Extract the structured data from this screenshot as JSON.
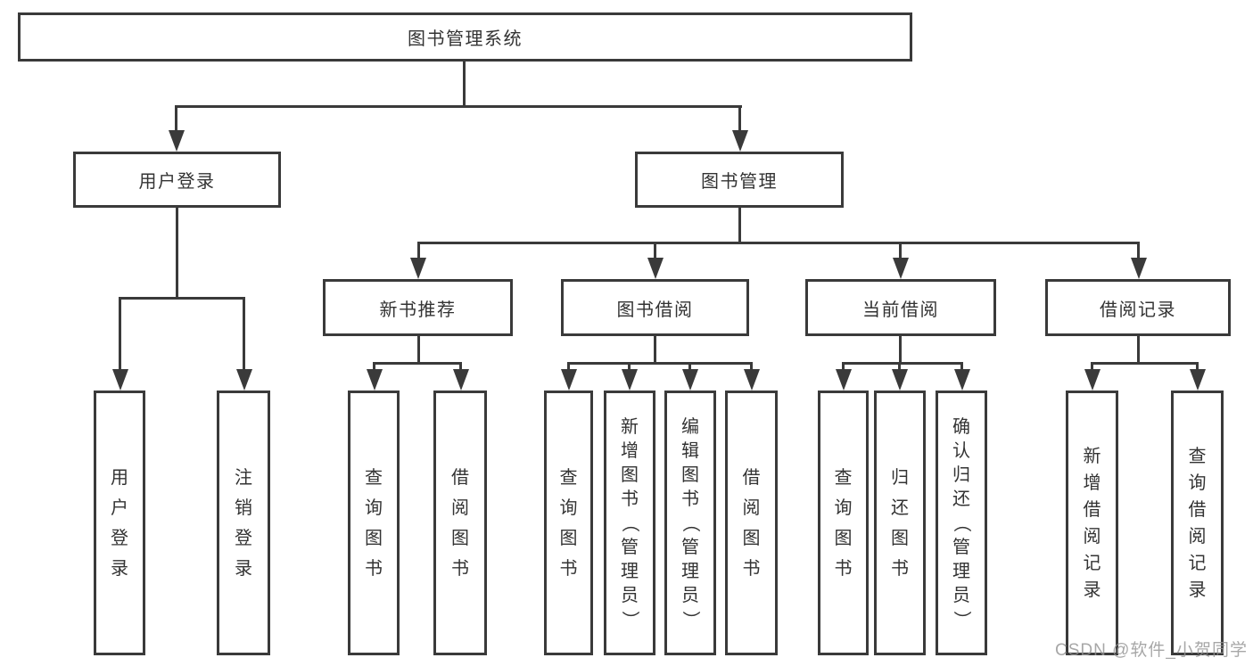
{
  "title": "图书管理系统",
  "watermark": "CSDN @软件_小贺同学",
  "colors": {
    "line": "#3a3a3a",
    "text": "#333333",
    "background": "#ffffff",
    "watermark": "#949494"
  },
  "root": {
    "label": "图书管理系统"
  },
  "level2": [
    {
      "id": "user-login",
      "label": "用户登录"
    },
    {
      "id": "book-management",
      "label": "图书管理"
    }
  ],
  "level3": [
    {
      "id": "new-book-recommend",
      "label": "新书推荐",
      "parent": "book-management"
    },
    {
      "id": "book-borrowing",
      "label": "图书借阅",
      "parent": "book-management"
    },
    {
      "id": "current-borrowing",
      "label": "当前借阅",
      "parent": "book-management"
    },
    {
      "id": "borrowing-records",
      "label": "借阅记录",
      "parent": "book-management"
    }
  ],
  "leaves": [
    {
      "id": "user-login-action",
      "label": "用户登录",
      "parent": "user-login"
    },
    {
      "id": "logout-action",
      "label": "注销登录",
      "parent": "user-login"
    },
    {
      "id": "nb-query-books",
      "label": "查询图书",
      "parent": "new-book-recommend"
    },
    {
      "id": "nb-borrow-books",
      "label": "借阅图书",
      "parent": "new-book-recommend"
    },
    {
      "id": "bb-query-books",
      "label": "查询图书",
      "parent": "book-borrowing"
    },
    {
      "id": "bb-add-books",
      "label": "新增图书（管理员）",
      "parent": "book-borrowing"
    },
    {
      "id": "bb-edit-books",
      "label": "编辑图书（管理员）",
      "parent": "book-borrowing"
    },
    {
      "id": "bb-borrow-books",
      "label": "借阅图书",
      "parent": "book-borrowing"
    },
    {
      "id": "cb-query-books",
      "label": "查询图书",
      "parent": "current-borrowing"
    },
    {
      "id": "cb-return-books",
      "label": "归还图书",
      "parent": "current-borrowing"
    },
    {
      "id": "cb-confirm-return",
      "label": "确认归还（管理员）",
      "parent": "current-borrowing"
    },
    {
      "id": "br-add-record",
      "label": "新增借阅记录",
      "parent": "borrowing-records"
    },
    {
      "id": "br-query-record",
      "label": "查询借阅记录",
      "parent": "borrowing-records"
    }
  ]
}
